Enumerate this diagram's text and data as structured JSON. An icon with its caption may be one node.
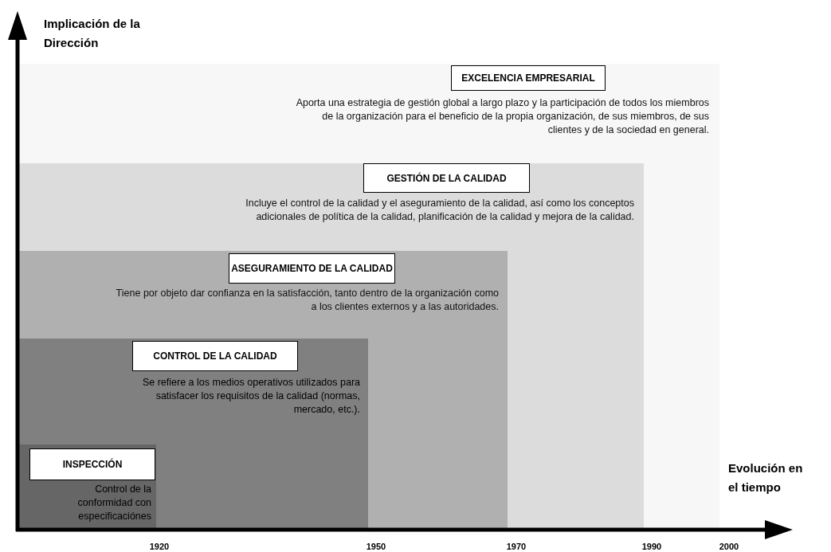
{
  "diagram": {
    "nodes": [
      {
        "text": [
          "Aporta una estrategia de gestión global a largo plazo y la participación de todos los miembros de la organización para el beneficio de la propia organización, de sus miembros, de sus clientes y de la sociedad en general."
        ]
      },
      {
        "text": [
          "EXCELENCIA EMPRESARIAL"
        ],
        "in": 0
      },
      {
        "text": [
          "Incluye el control de la calidad y el aseguramiento de la calidad, así como los conceptos adicionales de política de la calidad, planificación de la calidad y mejora de la calidad."
        ],
        "in": 0
      },
      {
        "text": [
          "GESTIÓN DE LA CALIDAD"
        ],
        "in": 2
      },
      {
        "text": [
          "Tiene por objeto dar confianza en la  satisfacción, tanto dentro de la organización como a los clientes externos y a las autoridades."
        ],
        "in": 2
      },
      {
        "text": [
          "ASEGURAMIENTO DE LA CALIDAD"
        ],
        "in": 4
      },
      {
        "text": [
          "Se refiere a los medios operativos utilizados para satisfacer los requisitos de la calidad (normas, mercado, etc.)."
        ],
        "in": 4
      },
      {
        "text": [
          "CONTROL DE LA CALIDAD"
        ],
        "in": 6
      },
      {
        "text": [
          "Control de la conformidad con especificaciónes"
        ],
        "in": 6
      },
      {
        "text": [
          "INSPECCIÓN"
        ],
        "in": 8
      }
    ],
    "edges": [],
    "labels": [
      "Implicación de la Dirección",
      "Evolución en el tiempo",
      "1920",
      "1950",
      "1970",
      "1990",
      "2000"
    ]
  }
}
